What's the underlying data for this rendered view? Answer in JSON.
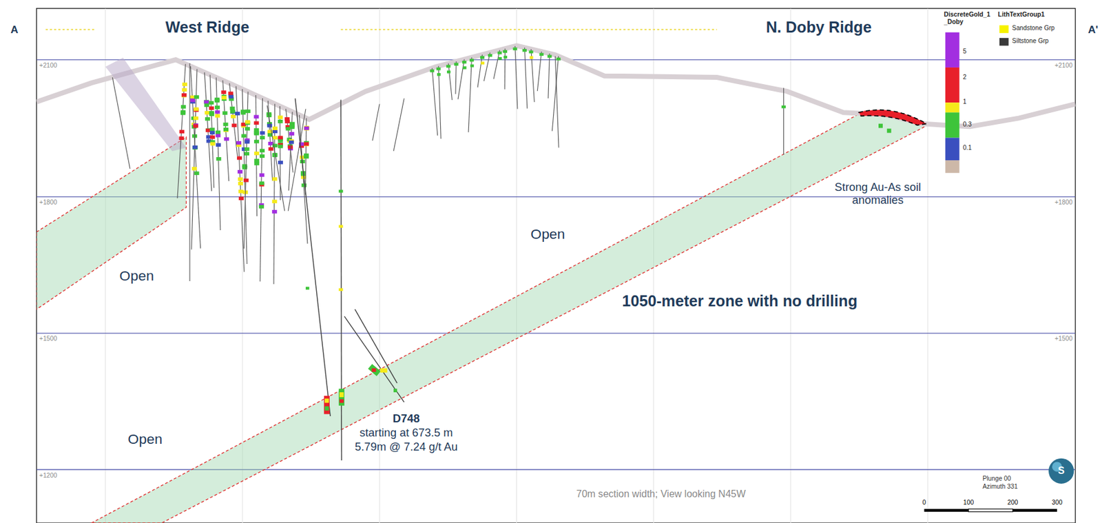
{
  "diagram": {
    "labels": [
      "A",
      "West Ridge",
      "N. Doby Ridge",
      "A'",
      "+2100",
      "+2100",
      "+1800",
      "+1800",
      "+1500",
      "+1500",
      "+1200",
      "Open",
      "Open",
      "Open",
      "Strong Au-As soil anomalies",
      "1050-meter zone with no drilling",
      "D748",
      "starting at 673.5 m",
      "5.79m @ 7.24 g/t Au",
      "70m section width; View looking N45W",
      "Plunge 00",
      "Azimuth 331",
      "0",
      "100",
      "200",
      "300",
      "DiscreteGold_1_Doby",
      "LithTextGroup1",
      "S"
    ],
    "legend": [
      {
        "text": "5",
        "color": "#a22ee0"
      },
      {
        "text": "2",
        "color": "#e8202a"
      },
      {
        "text": "1",
        "color": "#f5ea1a"
      },
      {
        "text": "0.3",
        "color": "#3ec43a"
      },
      {
        "text": "0.1",
        "color": "#3a4fbf"
      },
      {
        "text": "Sandstone Grp",
        "color": "#f7f200"
      },
      {
        "text": "Siltstone Grp",
        "color": "#3a3a3a"
      }
    ]
  }
}
